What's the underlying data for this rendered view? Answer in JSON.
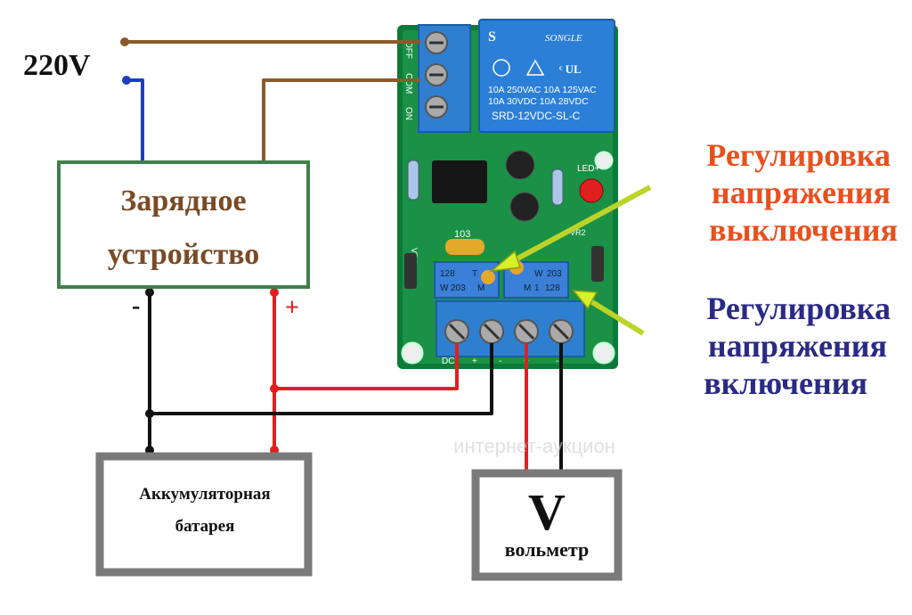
{
  "mains": {
    "label": "220V"
  },
  "charger": {
    "line1": "Зарядное",
    "line2": "устройство",
    "minus": "-",
    "plus": "+"
  },
  "battery": {
    "line1": "Аккумуляторная",
    "line2": "батарея"
  },
  "voltmeter": {
    "symbol": "V",
    "label": "вольметр"
  },
  "callouts": {
    "off": {
      "line1": "Регулировка",
      "line2": "напряжения",
      "line3": "выключения",
      "color": "#e8501e"
    },
    "on": {
      "line1": "Регулировка",
      "line2": "напряжения",
      "line3": "включения",
      "color": "#2a2a86"
    }
  },
  "relay": {
    "brand": "SONGLE",
    "ratings": [
      "10A 250VAC 10A 125VAC",
      "10A  30VDC 10A  28VDC"
    ],
    "model": "SRD-12VDC-SL-C"
  },
  "board": {
    "relay_terminals": [
      "OFF",
      "COM",
      "ON"
    ],
    "led_label": "LED+",
    "vr1": "VR1",
    "vr2": "VR2",
    "cap": "103",
    "trimmer1": [
      "128",
      "T",
      "W",
      "203",
      "M"
    ],
    "trimmer2": [
      "W",
      "203",
      "128",
      "1",
      "M"
    ],
    "bottom_labels": [
      "DC",
      "+",
      "-",
      "+",
      "-"
    ]
  },
  "watermark": {
    "line": "интернет-аукцион"
  },
  "wire_colors": {
    "brown": "#8b5a2b",
    "blue": "#1b3fc4",
    "red": "#e02020",
    "black": "#111111"
  }
}
